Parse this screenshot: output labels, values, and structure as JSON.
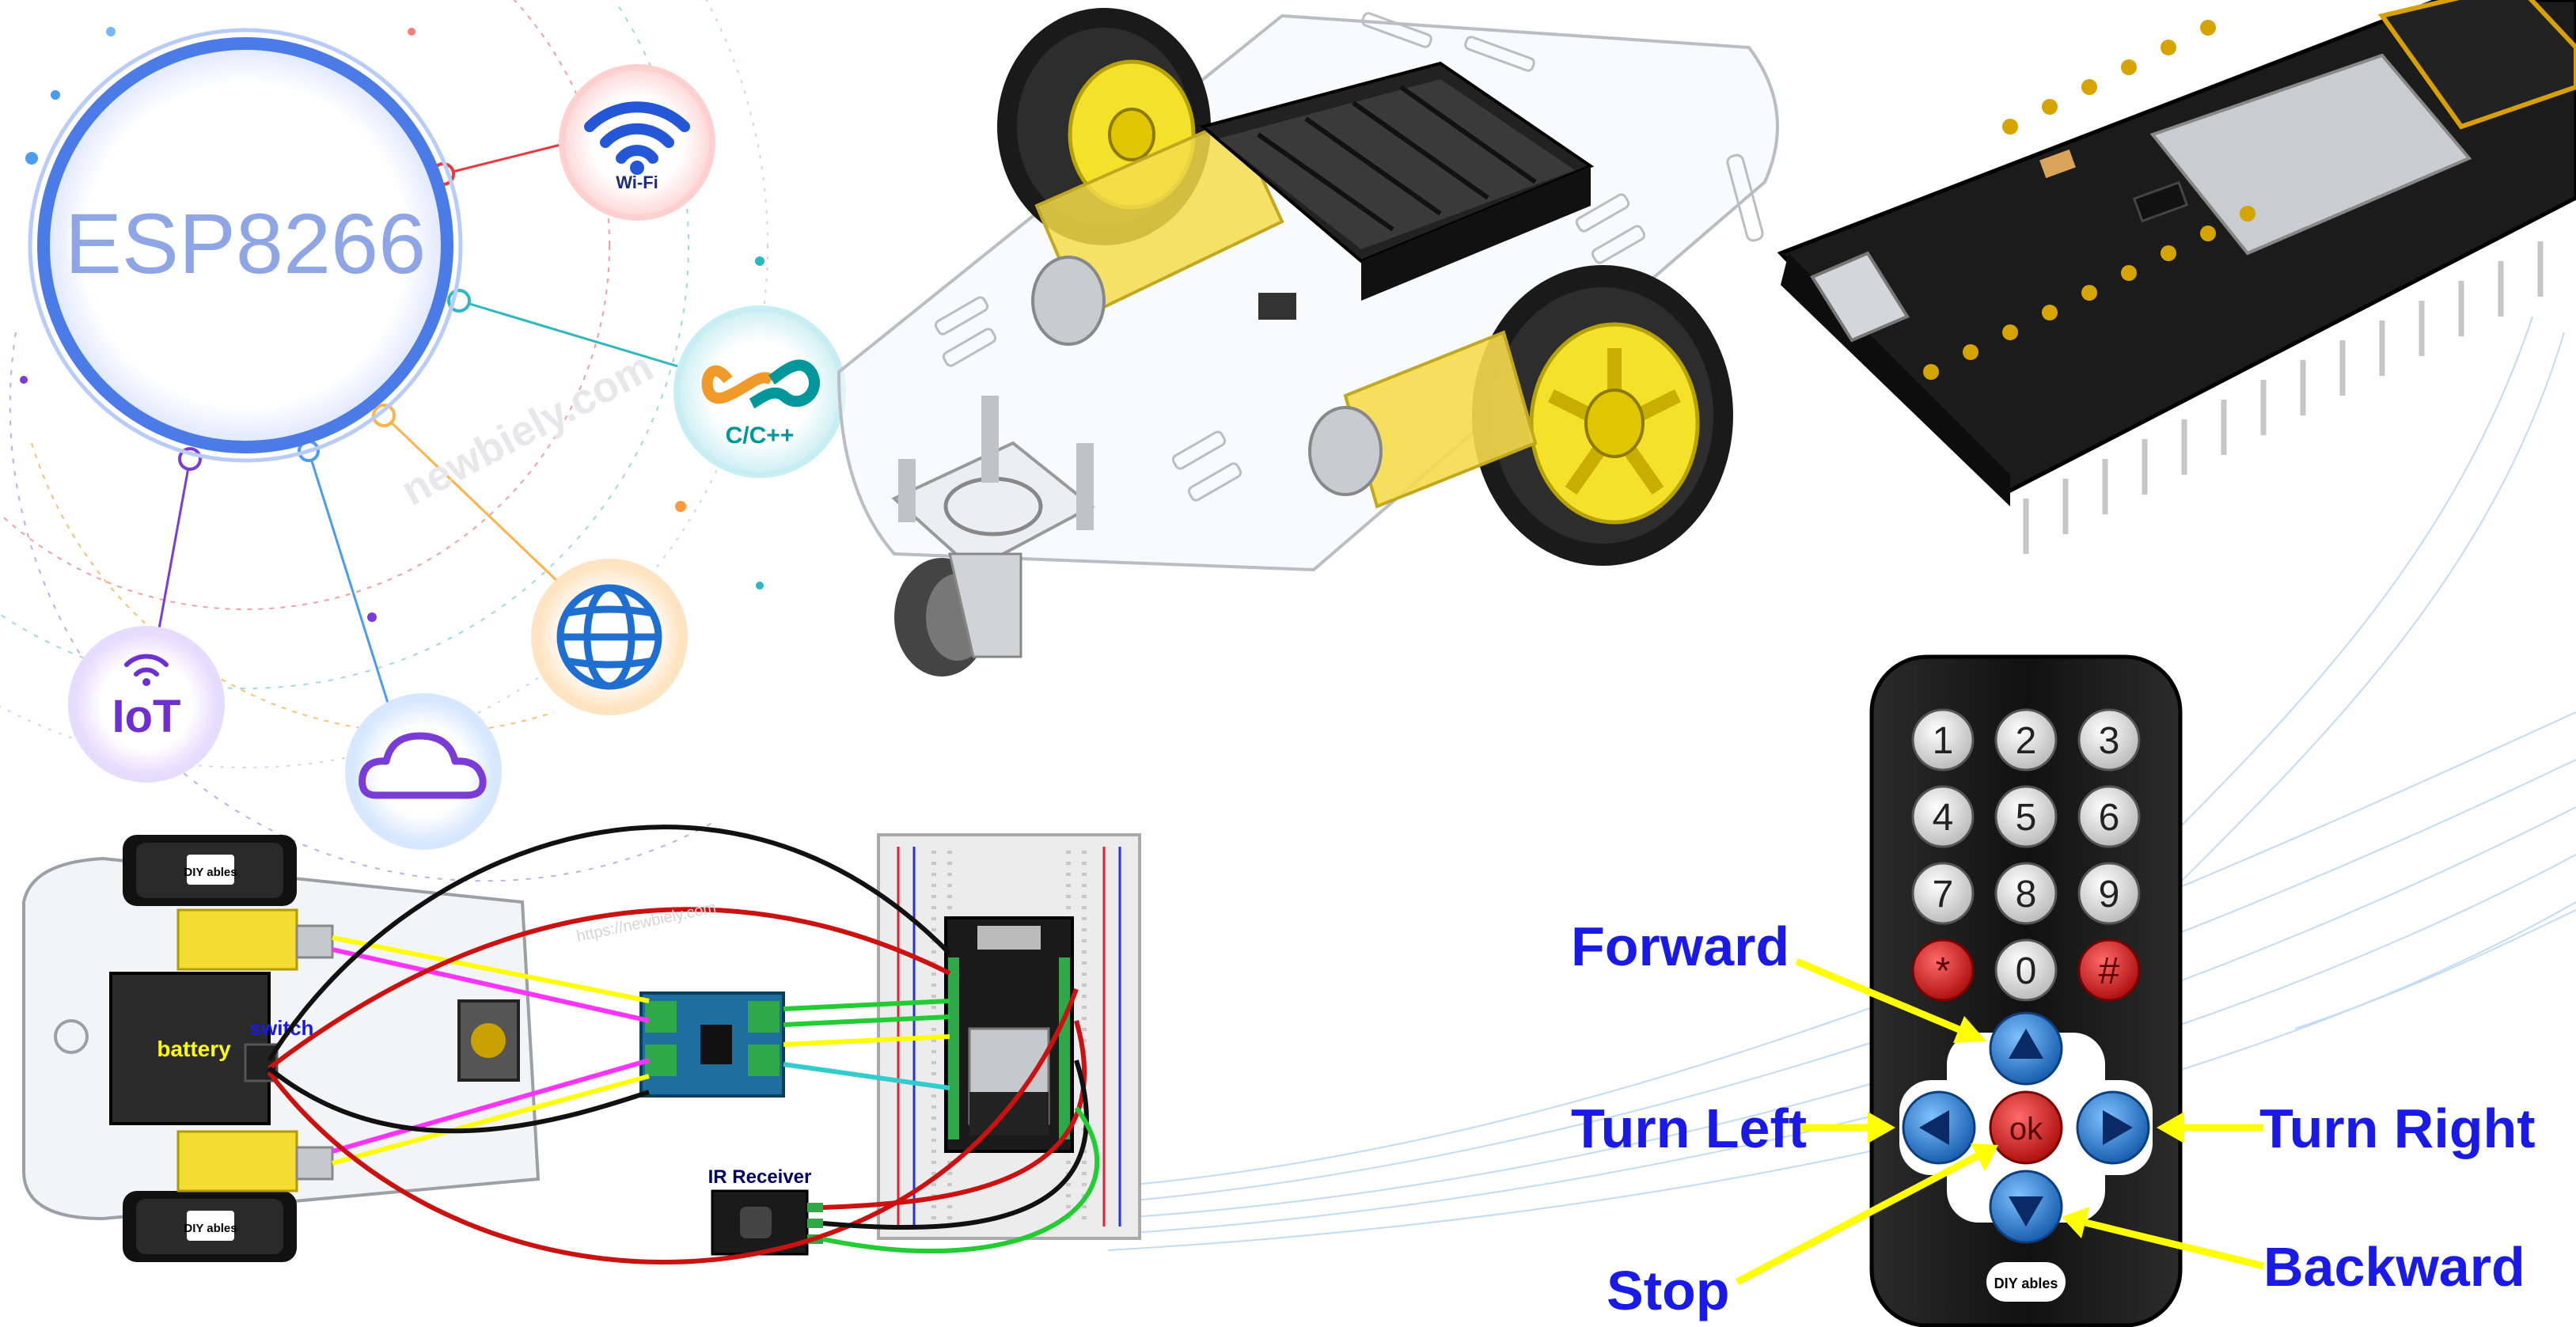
{
  "hub": {
    "title": "ESP8266",
    "icons": [
      {
        "id": "wifi",
        "label": "Wi-Fi",
        "icon": "wifi-icon",
        "color": "#e8383d"
      },
      {
        "id": "cpp",
        "label": "C/C++",
        "icon": "arduino-infinity-icon",
        "color": "#00979c"
      },
      {
        "id": "web",
        "label": "",
        "icon": "globe-icon",
        "color": "#1f6fd1"
      },
      {
        "id": "cloud",
        "label": "",
        "icon": "cloud-icon",
        "color": "#7a3cd6"
      },
      {
        "id": "iot",
        "label": "IoT",
        "icon": "iot-icon",
        "color": "#6d2fd0"
      }
    ],
    "watermark": "newbiely.com"
  },
  "wiring": {
    "battery_label": "battery",
    "switch_label": "switch",
    "ir_label": "IR Receiver",
    "brand": "DIY ables",
    "watermark": "https://newbiely.com"
  },
  "remote": {
    "keys": [
      "1",
      "2",
      "3",
      "4",
      "5",
      "6",
      "7",
      "8",
      "9",
      "*",
      "0",
      "#"
    ],
    "ok_label": "ok",
    "brand": "DIY ables"
  },
  "callouts": {
    "forward": "Forward",
    "turn_left": "Turn Left",
    "turn_right": "Turn Right",
    "stop": "Stop",
    "backward": "Backward"
  },
  "colors": {
    "callout_text": "#1a1ae6",
    "arrow": "#ffff00",
    "ring": "#5b7de8",
    "remote_body": "#161616",
    "nav_key": "#2a7fd4",
    "red_key": "#d42020"
  }
}
